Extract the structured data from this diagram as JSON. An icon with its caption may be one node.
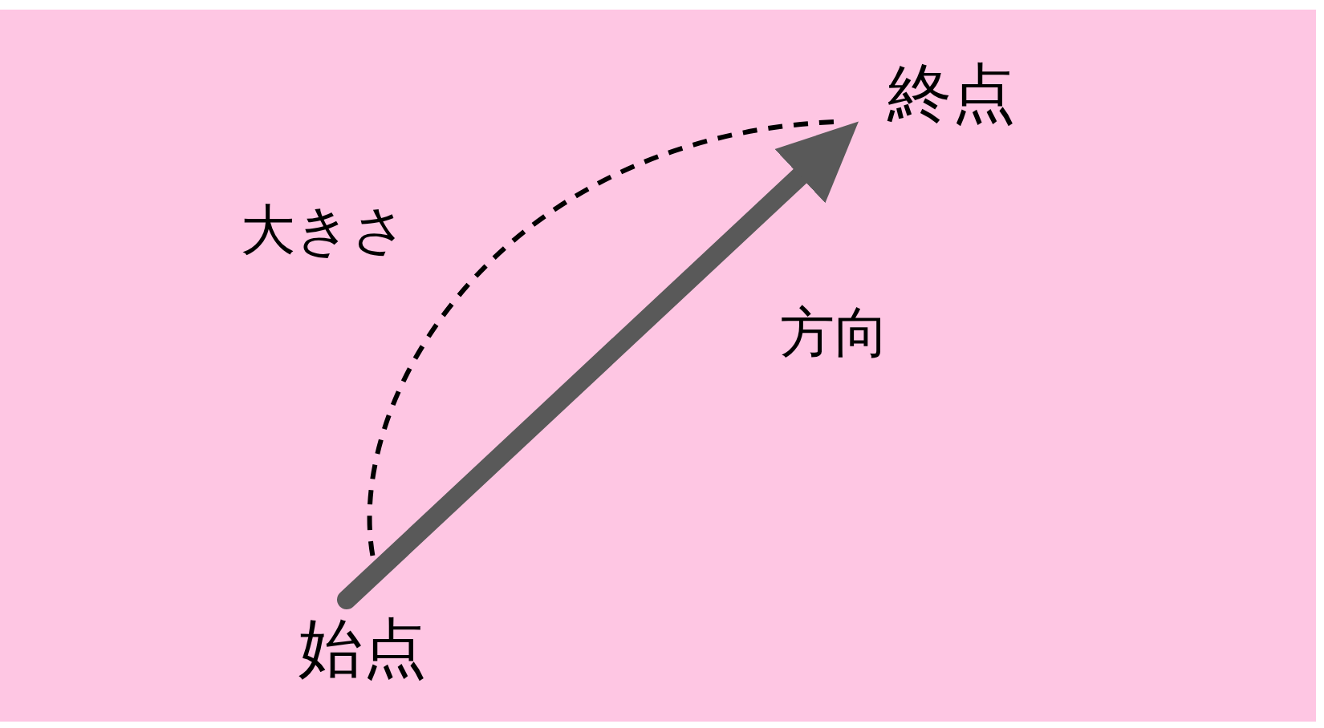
{
  "diagram": {
    "nodes": [
      {
        "text": [
          "始点"
        ]
      },
      {
        "text": [
          "終点"
        ]
      }
    ],
    "edges": [
      {
        "from": 0,
        "to": 1,
        "arrow": "to"
      }
    ],
    "labels": [
      "大きさ",
      "方向"
    ]
  }
}
